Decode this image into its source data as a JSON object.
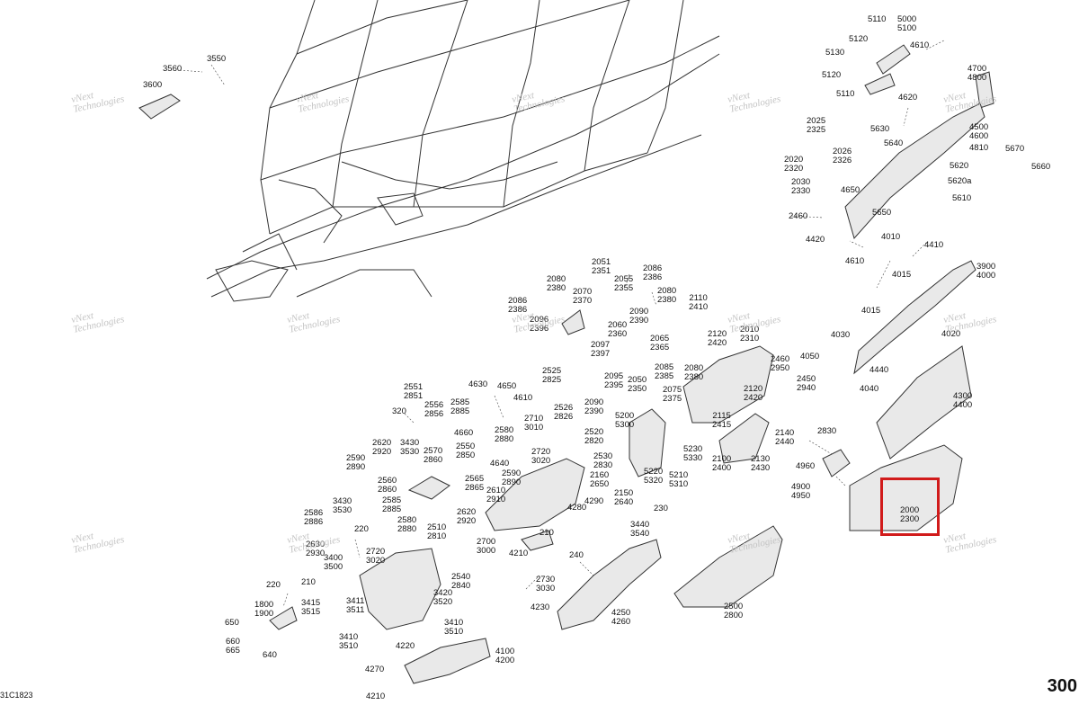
{
  "diagram": {
    "page_number": "300",
    "doc_code": "31C1823",
    "watermark": "vNext\nTechnologies",
    "highlight_label": "2000\n2300",
    "labels": [
      "3550",
      "3560",
      "3600",
      "5110",
      "5000\n5100",
      "5120",
      "4610",
      "5130",
      "5120",
      "5110",
      "4700\n4800",
      "4620",
      "4500\n4600",
      "5630",
      "5640",
      "4810",
      "5670",
      "5660",
      "2025\n2325",
      "2026\n2326",
      "2020\n2320",
      "5620",
      "5620a",
      "2030\n2330",
      "4650",
      "5610",
      "2460",
      "5650",
      "4420",
      "4010",
      "4410",
      "4610",
      "4015",
      "3900\n4000",
      "2086\n2386",
      "2080\n2380",
      "2051\n2351",
      "2055\n2355",
      "2086\n2386",
      "2080\n2380",
      "2070\n2370",
      "2096\n2396",
      "2090\n2390",
      "2110\n2410",
      "2060\n2360",
      "2065\n2365",
      "2120\n2420",
      "2010\n2310",
      "2097\n2397",
      "4015",
      "4030",
      "4020",
      "4050",
      "2085\n2385",
      "2460\n2950",
      "2450\n2940",
      "4440",
      "4040",
      "4300\n4400",
      "2525\n2825",
      "2095\n2395",
      "2050\n2350",
      "2075\n2375",
      "2080\n2380",
      "2120\n2420",
      "4630",
      "4650",
      "2551\n2851",
      "4610",
      "2556\n2856",
      "2585\n2885",
      "2526\n2826",
      "2090\n2390",
      "320",
      "2710\n3010",
      "2115\n2415",
      "2830",
      "4660",
      "2580\n2880",
      "2520\n2820",
      "5200\n5300",
      "2140\n2440",
      "2620\n2920",
      "3430\n3530",
      "2570\n2860",
      "2550\n2850",
      "2720\n3020",
      "2530\n2830",
      "2100\n2400",
      "2130\n2430",
      "5230\n5330",
      "4960",
      "2590\n2890",
      "4640",
      "2590\n2890",
      "2160\n2650",
      "5220\n5320",
      "5210\n5310",
      "4900\n4950",
      "2560\n2860",
      "2565\n2865",
      "2610\n2910",
      "2150\n2640",
      "3430\n3530",
      "2585\n2885",
      "2620\n2920",
      "4290",
      "230",
      "2586\n2886",
      "2580\n2880",
      "2510\n2810",
      "4280",
      "3440\n3540",
      "220",
      "2630\n2930",
      "2700\n3000",
      "210",
      "2720\n3020",
      "4210",
      "240",
      "3400\n3500",
      "2540\n2840",
      "210",
      "2730\n3030",
      "220",
      "3420\n3520",
      "1800\n1900",
      "3415\n3515",
      "3411\n3511",
      "4230",
      "2500\n2800",
      "4250\n4260",
      "650",
      "3410\n3510",
      "660\n665",
      "3410\n3510",
      "4220",
      "640",
      "4100\n4200",
      "4270",
      "4210"
    ],
    "watermark_count": 14
  }
}
